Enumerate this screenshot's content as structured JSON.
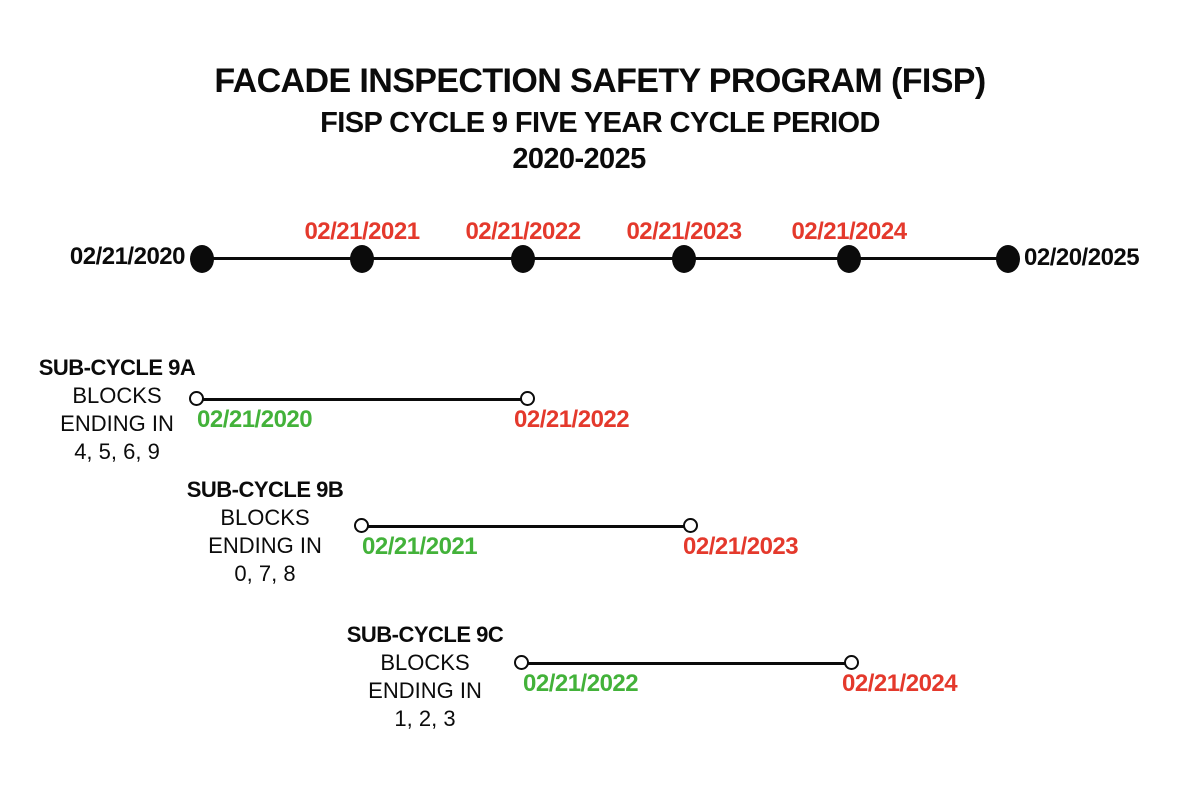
{
  "header": {
    "title": "FACADE INSPECTION SAFETY PROGRAM (FISP)",
    "subtitle": "FISP CYCLE 9 FIVE YEAR CYCLE PERIOD",
    "period": "2020-2025"
  },
  "main_timeline": {
    "start_label": "02/21/2020",
    "end_label": "02/20/2025",
    "milestones": [
      "02/21/2021",
      "02/21/2022",
      "02/21/2023",
      "02/21/2024"
    ]
  },
  "sub_cycles": [
    {
      "name": "SUB-CYCLE 9A",
      "desc_line1": "BLOCKS",
      "desc_line2": "ENDING IN",
      "desc_line3": "4, 5, 6, 9",
      "start_date": "02/21/2020",
      "end_date": "02/21/2022"
    },
    {
      "name": "SUB-CYCLE 9B",
      "desc_line1": "BLOCKS",
      "desc_line2": "ENDING IN",
      "desc_line3": "0, 7, 8",
      "start_date": "02/21/2021",
      "end_date": "02/21/2023"
    },
    {
      "name": "SUB-CYCLE 9C",
      "desc_line1": "BLOCKS",
      "desc_line2": "ENDING IN",
      "desc_line3": "1, 2, 3",
      "start_date": "02/21/2022",
      "end_date": "02/21/2024"
    }
  ],
  "colors": {
    "ink": "#0b0b0b",
    "start_date_green": "#43B23A",
    "end_date_red": "#E4392C",
    "background": "#ffffff"
  }
}
